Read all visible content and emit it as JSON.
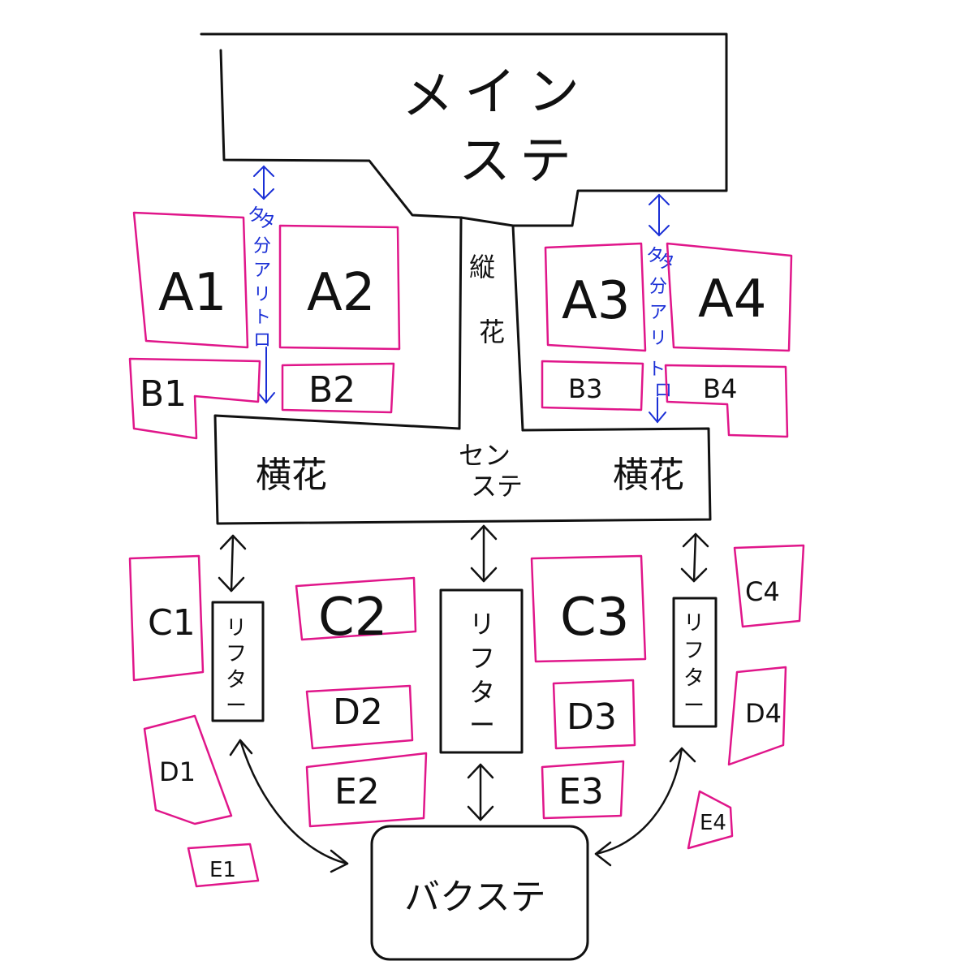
{
  "colors": {
    "line": "#111111",
    "seat": "#e0168a",
    "note": "#1a2fd6"
  },
  "stages": {
    "main": [
      "メ",
      "イ",
      "ン",
      "ス",
      "テ"
    ],
    "center": [
      "セン",
      "ステ"
    ],
    "back": "バクステ",
    "hanamichi_vertical": [
      "縦",
      "花"
    ],
    "hanamichi_horizontal": "横花"
  },
  "lifters": [
    "リ",
    "フ",
    "タ",
    "ー"
  ],
  "note_vertical": [
    "タ",
    "タ",
    "分",
    "ア",
    "リ",
    "ト",
    "ロ"
  ],
  "note_vertical_right": [
    "タ",
    "タ",
    "分",
    "ア",
    "リ",
    "ト",
    "ロ"
  ],
  "blocks": {
    "A1": "A1",
    "A2": "A2",
    "A3": "A3",
    "A4": "A4",
    "B1": "B1",
    "B2": "B2",
    "B3": "B3",
    "B4": "B4",
    "C1": "C1",
    "C2": "C2",
    "C3": "C3",
    "C4": "C4",
    "D1": "D1",
    "D2": "D2",
    "D3": "D3",
    "D4": "D4",
    "E1": "E1",
    "E2": "E2",
    "E3": "E3",
    "E4": "E4"
  }
}
